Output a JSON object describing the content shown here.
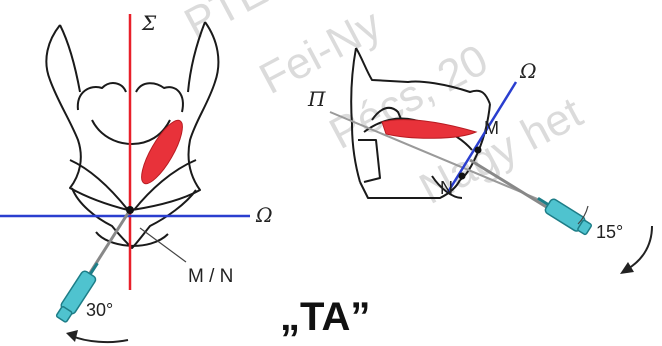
{
  "watermark": [
    "PTE",
    "Fei-Ny",
    "Pécs, 20",
    "Nagy het"
  ],
  "left_view": {
    "sigma_label": "Σ",
    "omega_label": "Ω",
    "mn_label": "M / N",
    "angle_label": "30°"
  },
  "right_view": {
    "pi_label": "Π",
    "omega_label": "Ω",
    "m_label": "M",
    "n_label": "N",
    "angle_label": "15°"
  },
  "caption": "„TA”",
  "colors": {
    "sigma_line": "#e8202a",
    "omega_line": "#2a3ecf",
    "muscle": "#e8323a",
    "needle_body": "#4fc3cf",
    "outline": "#1a1a1a"
  }
}
